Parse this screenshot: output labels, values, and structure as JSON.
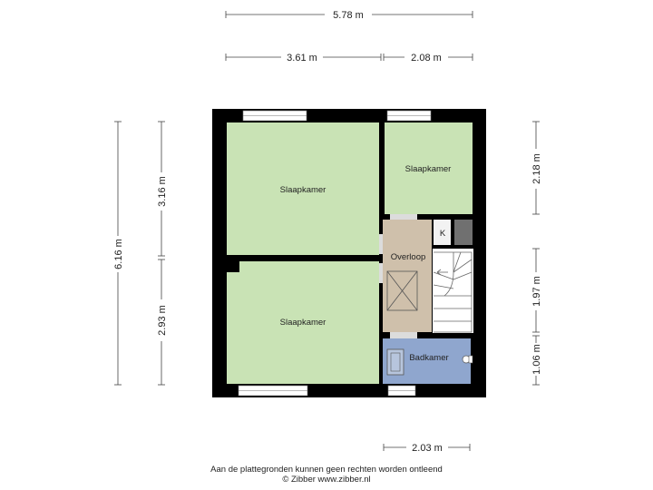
{
  "dimensions": {
    "top_total": "5.78 m",
    "top_left": "3.61 m",
    "top_right": "2.08 m",
    "left_total": "6.16 m",
    "left_upper": "3.16 m",
    "left_lower": "2.93 m",
    "right_upper": "2.18 m",
    "right_middle": "1.97 m",
    "right_lower": "1.06 m",
    "bottom": "2.03 m"
  },
  "rooms": {
    "bedroom_top_left": "Slaapkamer",
    "bedroom_top_right": "Slaapkamer",
    "bedroom_bottom_left": "Slaapkamer",
    "landing": "Overloop",
    "bathroom": "Badkamer",
    "closet": "K"
  },
  "colors": {
    "wall": "#000000",
    "bedroom": "#c9e3b5",
    "landing": "#cfc0ab",
    "bathroom": "#8fa6ce",
    "closet": "#f2f2f2",
    "storage": "#707070"
  },
  "footer": {
    "line1": "Aan de plattegronden kunnen geen rechten worden ontleend",
    "line2": "© Zibber www.zibber.nl"
  }
}
